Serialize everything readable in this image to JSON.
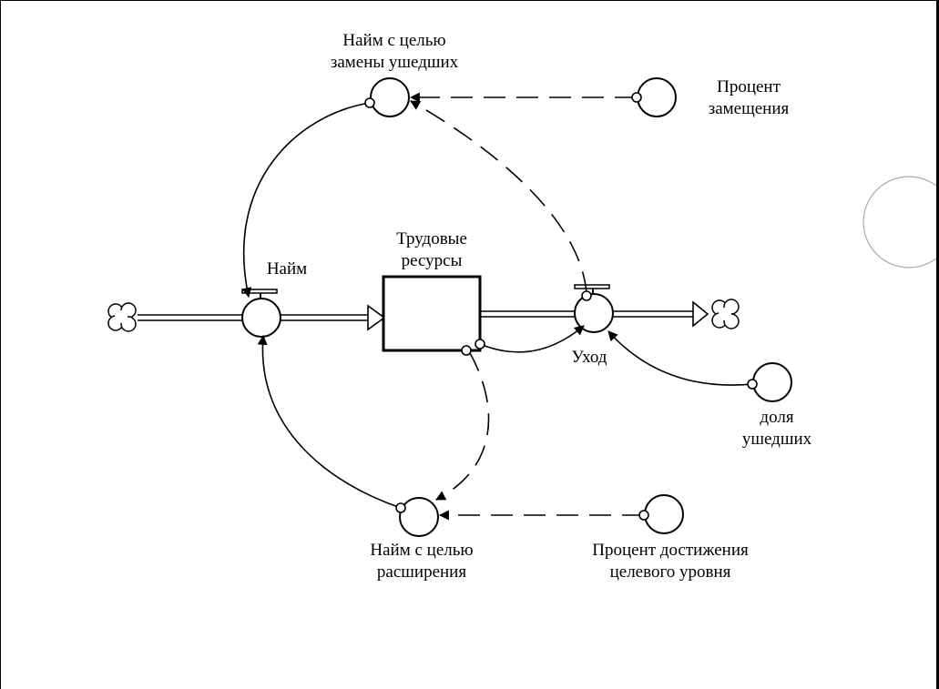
{
  "diagram": {
    "stock": {
      "label": "Трудовые\nресурсы"
    },
    "flows": {
      "inflow": {
        "label": "Найм"
      },
      "outflow": {
        "label": "Уход"
      }
    },
    "auxiliaries": {
      "hire_replacement": {
        "label": "Найм с целью\nзамены ушедших"
      },
      "replacement_pct": {
        "label": "Процент\nзамещения"
      },
      "leave_fraction": {
        "label": "доля\nушедших"
      },
      "hire_expansion": {
        "label": "Найм с целью\nрасширения"
      },
      "target_pct": {
        "label": "Процент достижения\nцелевого уровня"
      }
    }
  }
}
